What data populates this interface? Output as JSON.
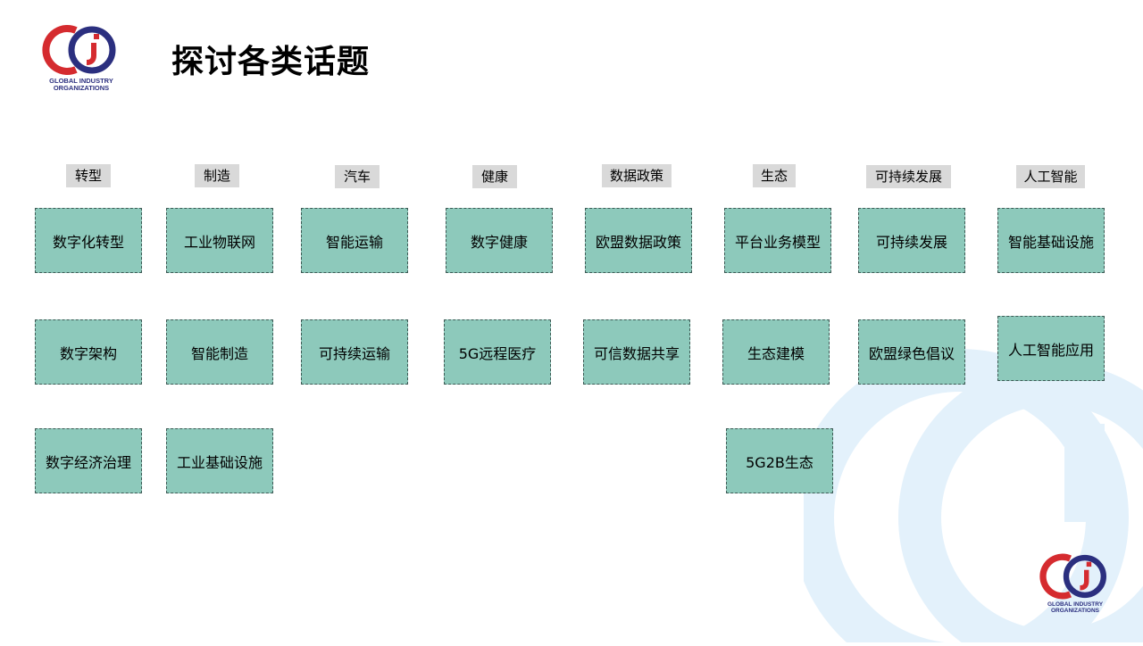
{
  "title": "探讨各类话题",
  "logo": {
    "line1": "GLOBAL INDUSTRY",
    "line2": "ORGANIZATIONS"
  },
  "categories": [
    "转型",
    "制造",
    "汽车",
    "健康",
    "数据政策",
    "生态",
    "可持续发展",
    "人工智能"
  ],
  "topics": [
    [
      "数字化转型",
      "数字架构",
      "数字经济治理"
    ],
    [
      "工业物联网",
      "智能制造",
      "工业基础设施"
    ],
    [
      "智能运输",
      "可持续运输"
    ],
    [
      "数字健康",
      "5G远程医疗"
    ],
    [
      "欧盟数据政策",
      "可信数据共享"
    ],
    [
      "平台业务模型",
      "生态建模",
      "5G2B生态"
    ],
    [
      "可持续发展",
      "欧盟绿色倡议"
    ],
    [
      "智能基础设施",
      "人工智能应用"
    ]
  ],
  "colors": {
    "box": "#8dc9bb",
    "category": "#d9d9d9",
    "logo_red": "#d52b2f",
    "logo_blue": "#2b2f7f",
    "watermark": "#e3f1fb"
  }
}
